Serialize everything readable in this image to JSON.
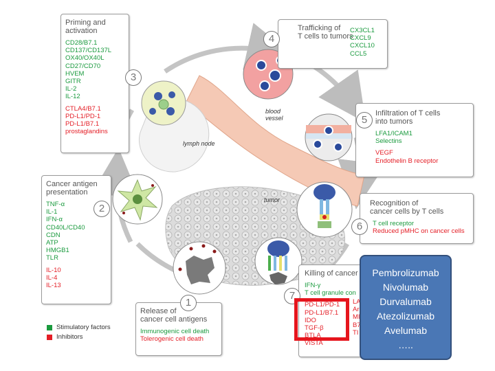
{
  "boxes": {
    "priming": {
      "title": "Priming and\nactivation",
      "green": [
        "CD28/B7.1",
        "CD137/CD137L",
        "OX40/OX40L",
        "CD27/CD70",
        "HVEM",
        "GITR",
        "IL-2",
        "IL-12"
      ],
      "red": [
        "CTLA4/B7.1",
        "PD-L1/PD-1",
        "PD-L1/B7.1",
        "prostaglandins"
      ]
    },
    "trafficking": {
      "title": "Trafficking of\nT cells to tumors",
      "green": [
        "CX3CL1",
        "CXCL9",
        "CXCL10",
        "CCL5"
      ]
    },
    "infiltration": {
      "title": "Infiltration of T cells\ninto tumors",
      "green": [
        "LFA1/ICAM1",
        "Selectins"
      ],
      "red": [
        "VEGF",
        "Endothelin B receptor"
      ]
    },
    "antigen_presentation": {
      "title": "Cancer antigen\npresentation",
      "green": [
        "TNF-α",
        "IL-1",
        "IFN-α",
        "CD40L/CD40",
        "CDN",
        "ATP",
        "HMGB1",
        "TLR"
      ],
      "red": [
        "IL-10",
        "IL-4",
        "IL-13"
      ]
    },
    "recognition": {
      "title": "Recognition of\ncancer cells by T cells",
      "green": [
        "T cell receptor"
      ],
      "red": [
        "Reduced pMHC on cancer cells"
      ]
    },
    "release": {
      "title": "Release of\ncancer cell antigens",
      "green": [
        "Immunogenic cell death"
      ],
      "red": [
        "Tolerogenic cell death"
      ]
    },
    "killing": {
      "title": "Killing of cancer",
      "green": [
        "IFN-γ",
        "T cell granule con"
      ],
      "red": [
        "PD-L1/PD-1",
        "PD-L1/B7.1",
        "IDO",
        "TGF-β",
        "BTLA",
        "VISTA"
      ],
      "right_fragments": [
        "LA",
        "Ar",
        "MI",
        "B7",
        "TI"
      ]
    }
  },
  "steps": [
    "1",
    "2",
    "3",
    "4",
    "5",
    "6",
    "7"
  ],
  "labels": {
    "blood_vessel": "blood\nvessel",
    "lymph_node": "lymph node",
    "tumor": "tumor"
  },
  "legend": {
    "stimulatory": "Stimulatory factors",
    "inhibitors": "Inhibitors"
  },
  "drugs": [
    "Pembrolizumab",
    "Nivolumab",
    "Durvalumab",
    "Atezolizumab",
    "Avelumab",
    "….."
  ],
  "colors": {
    "stimulatory": "#1a9a3e",
    "inhibitor": "#e41e26",
    "drug_box": "#4a77b5",
    "highlight": "#e6151d"
  }
}
